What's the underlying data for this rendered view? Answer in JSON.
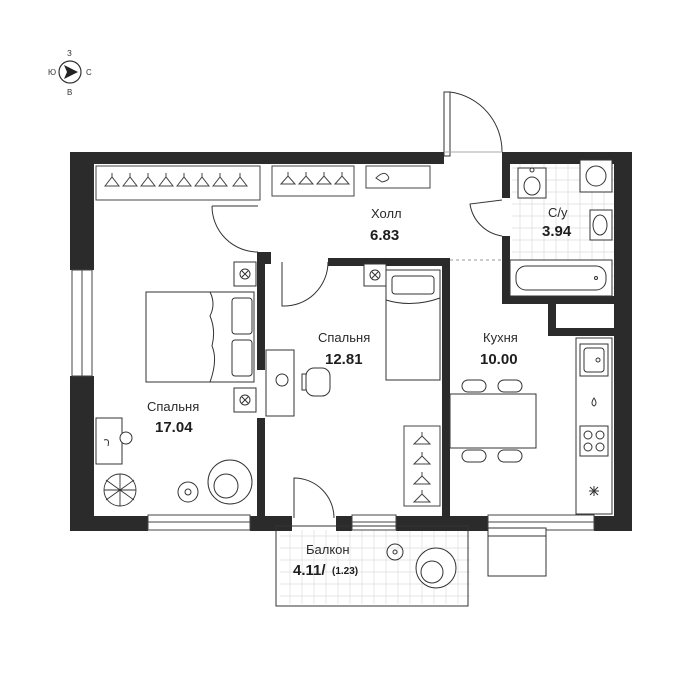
{
  "compass": {
    "north": "З",
    "south": "В",
    "east": "С",
    "west": "Ю"
  },
  "rooms": {
    "hall": {
      "name": "Холл",
      "area": "6.83"
    },
    "bathroom": {
      "name": "С/у",
      "area": "3.94"
    },
    "bedroom_large": {
      "name": "Спальня",
      "area": "17.04"
    },
    "bedroom_small": {
      "name": "Спальня",
      "area": "12.81"
    },
    "kitchen": {
      "name": "Кухня",
      "area": "10.00"
    },
    "balcony": {
      "name": "Балкон",
      "area": "4.11/",
      "area_secondary": "(1.23)"
    }
  },
  "colors": {
    "wall": "#2b2b2b",
    "thin_line": "#555555",
    "tile": "#d9d9d9",
    "background": "#ffffff"
  }
}
